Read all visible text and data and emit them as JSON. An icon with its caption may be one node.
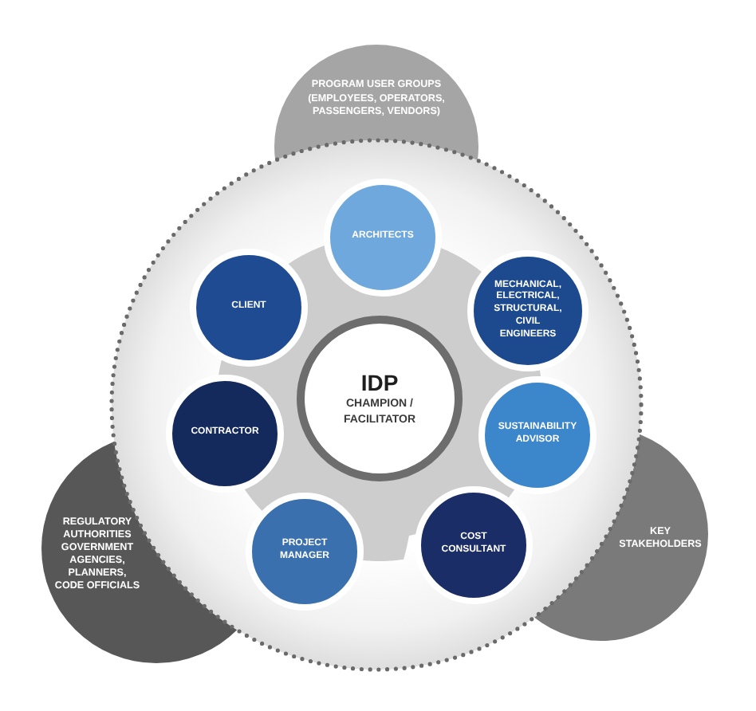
{
  "diagram": {
    "nodes": [
      {
        "text": [
          "PROGRAM USER GROUPS",
          "(EMPLOYEES, OPERATORS, PASSENGERS, VENDORS)"
        ]
      },
      {
        "text": [
          "ARCHITECTS"
        ]
      },
      {
        "text": [
          "CLIENT"
        ]
      },
      {
        "text": [
          "MECHANICAL, ELECTRICAL, STRUCTURAL, CIVIL ENGINEERS"
        ]
      },
      {
        "text": [
          "IDP",
          "CHAMPION / FACILITATOR"
        ]
      },
      {
        "text": [
          "CONTRACTOR"
        ]
      },
      {
        "text": [
          "SUSTAINABILITY ADVISOR"
        ]
      },
      {
        "text": [
          "REGULATORY AUTHORITIES GOVERNMENT AGENCIES, PLANNERS, CODE OFFICIALS"
        ]
      },
      {
        "text": [
          "PROJECT MANAGER"
        ]
      },
      {
        "text": [
          "COST CONSULTANT"
        ]
      },
      {
        "text": [
          "KEY STAKEHOLDERS"
        ]
      }
    ]
  }
}
